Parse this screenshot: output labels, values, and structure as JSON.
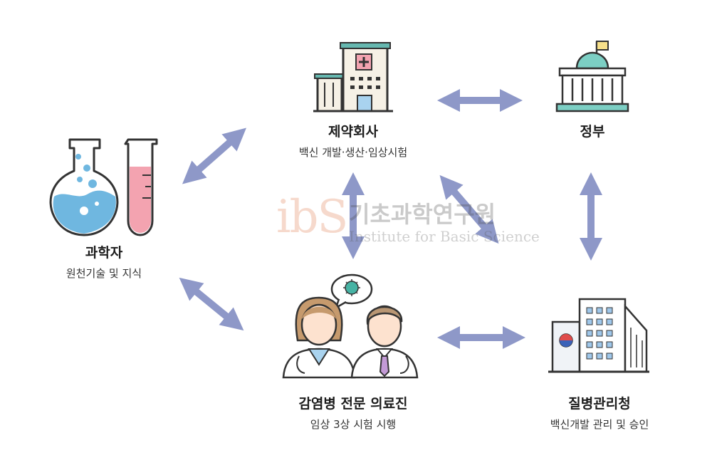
{
  "nodes": {
    "scientist": {
      "title": "과학자",
      "subtitle": "원천기술 및 지식"
    },
    "pharma": {
      "title": "제약회사",
      "subtitle": "백신 개발·생산·임상시험"
    },
    "government": {
      "title": "정부",
      "subtitle": ""
    },
    "doctors": {
      "title": "감염병 전문 의료진",
      "subtitle": "임상 3상 시험 시행"
    },
    "kdca": {
      "title": "질병관리청",
      "subtitle": "백신개발 관리 및 승인"
    }
  },
  "watermark": {
    "logo": "ibS",
    "korean": "기초과학연구원",
    "english": "Institute for Basic Science"
  },
  "colors": {
    "arrow": "#8e98c8",
    "accent_teal": "#66b8b0",
    "flask_liquid": "#6fb7e0",
    "tube_liquid": "#f3a3b0"
  }
}
